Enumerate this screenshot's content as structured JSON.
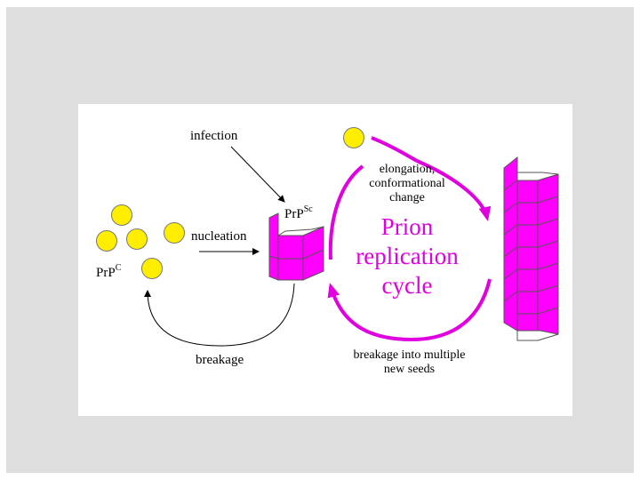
{
  "labels": {
    "infection": "infection",
    "nucleation": "nucleation",
    "prpc_base": "PrP",
    "prpc_sup": "C",
    "prpsc_base": "PrP",
    "prpsc_sup": "Sc",
    "breakage": "breakage",
    "elongation_line1": "elongation,",
    "elongation_line2": "conformational",
    "elongation_line3": "change",
    "breakage_multiple_line1": "breakage into multiple",
    "breakage_multiple_line2": "new seeds"
  },
  "cycle_title": {
    "line1": "Prion",
    "line2": "replication",
    "line3": "cycle"
  },
  "colors": {
    "monomer_yellow": "#ffee00",
    "prion_magenta": "#ff00ff",
    "cycle_arrow": "#e000e0"
  }
}
